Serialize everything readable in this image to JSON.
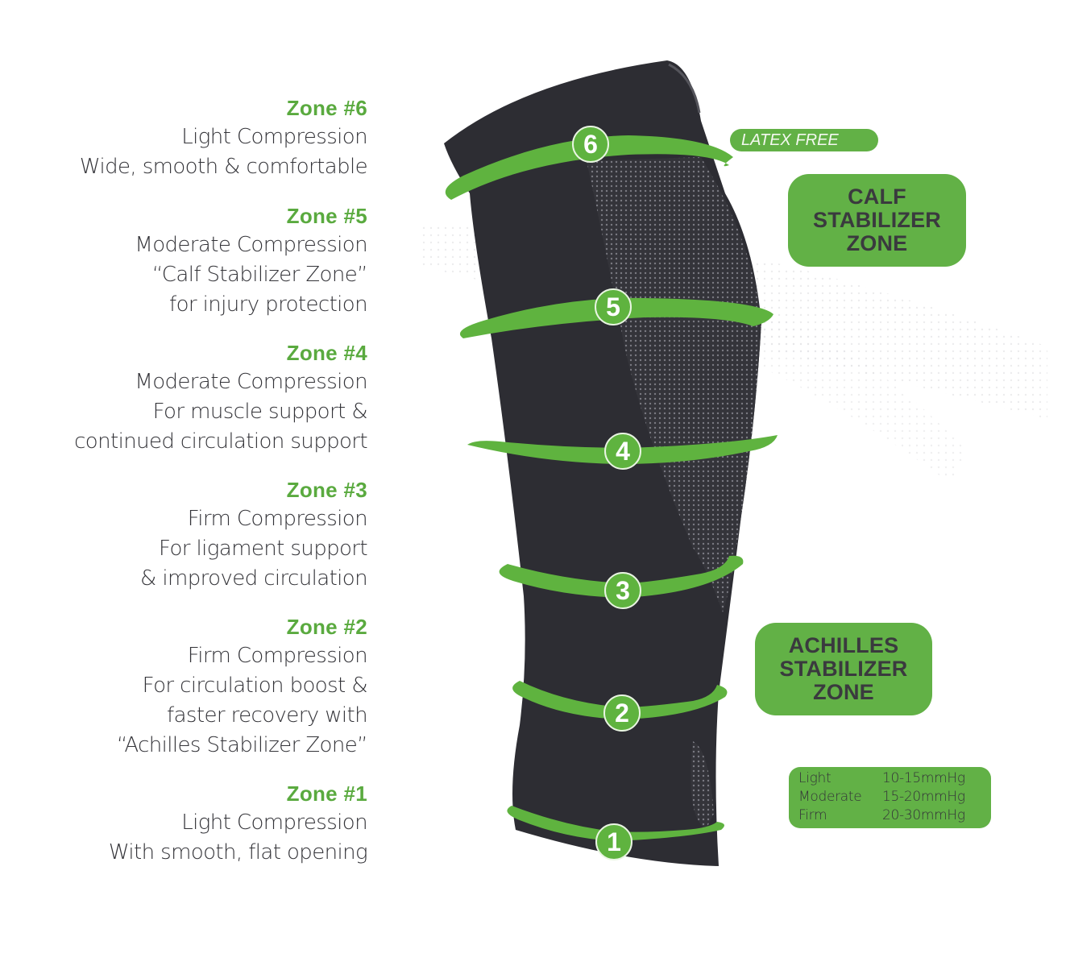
{
  "colors": {
    "brand_green": "#62b146",
    "title_green": "#5aaa3f",
    "text_dark": "#333338",
    "sleeve": "#2d2d33"
  },
  "zones": [
    {
      "title": "Zone #6",
      "lines": [
        "Light Compression",
        "Wide, smooth & comfortable"
      ]
    },
    {
      "title": "Zone #5",
      "lines": [
        "Moderate Compression",
        "“Calf Stabilizer Zone”",
        "for injury protection"
      ]
    },
    {
      "title": "Zone #4",
      "lines": [
        "Moderate Compression",
        "For muscle support &",
        "continued circulation support"
      ]
    },
    {
      "title": "Zone #3",
      "lines": [
        "Firm Compression",
        "For ligament support",
        "& improved circulation"
      ]
    },
    {
      "title": "Zone #2",
      "lines": [
        "Firm Compression",
        "For circulation  boost  &",
        "faster recovery  with",
        "“Achilles Stabilizer Zone”"
      ]
    },
    {
      "title": "Zone #1",
      "lines": [
        "Light Compression",
        "With smooth, flat opening"
      ]
    }
  ],
  "rings": [
    "6",
    "5",
    "4",
    "3",
    "2",
    "1"
  ],
  "latex_label": "LATEX FREE",
  "calf_badge": {
    "lines": [
      "CALF",
      "STABILIZER",
      "ZONE"
    ]
  },
  "achilles_badge": {
    "lines": [
      "ACHILLES",
      "STABILIZER",
      "ZONE"
    ]
  },
  "legend": [
    {
      "level": "Light",
      "range": "10-15mmHg"
    },
    {
      "level": "Moderate",
      "range": "15-20mmHg"
    },
    {
      "level": "Firm",
      "range": "20-30mmHg"
    }
  ]
}
